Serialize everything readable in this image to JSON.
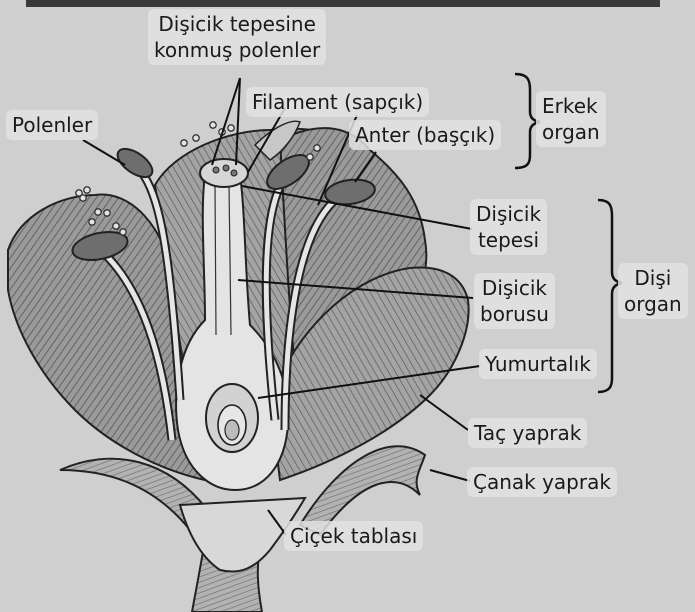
{
  "labels": {
    "pollen_on_stigma": [
      "Dişicik tepesine",
      "konmuş polenler"
    ],
    "filament": "Filament (sapçık)",
    "anther": "Anter (başçık)",
    "pollens": "Polenler",
    "male_organ": [
      "Erkek",
      "organ"
    ],
    "stigma": [
      "Dişicik",
      "tepesi"
    ],
    "style": [
      "Dişicik",
      "borusu"
    ],
    "female_organ": [
      "Dişi",
      "organ"
    ],
    "ovary": "Yumurtalık",
    "petal": "Taç yaprak",
    "sepal": "Çanak yaprak",
    "receptacle": "Çiçek tablası"
  },
  "colors": {
    "background": "#cfcfcf",
    "label_background": "#e2e2e2",
    "line": "#111111"
  }
}
